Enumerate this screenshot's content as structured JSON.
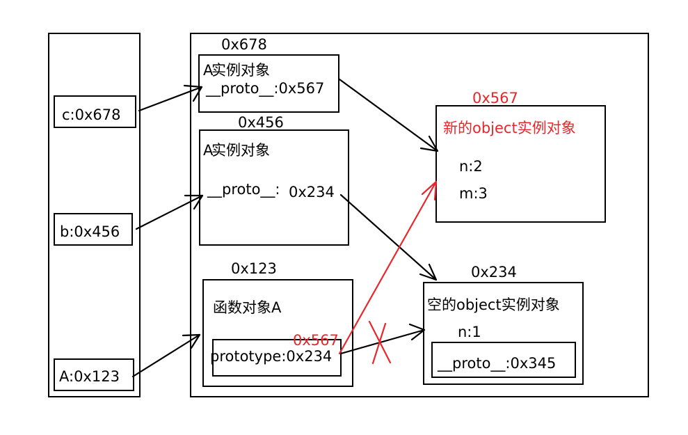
{
  "stack": {
    "c": "c:0x678",
    "b": "b:0x456",
    "a": "A:0x123"
  },
  "heap": {
    "obj678": {
      "addr": "0x678",
      "a_prefix": "A",
      "title": "实例对象",
      "proto": "__proto__:0x567"
    },
    "obj456": {
      "addr": "0x456",
      "a_prefix": "A",
      "title": "实例对象",
      "proto_label": "__proto__:",
      "proto_value": "0x234"
    },
    "func": {
      "addr": "0x123",
      "title": "函数对象A",
      "prototype": "prototype:0x234",
      "new_value": "0x567"
    },
    "new_obj": {
      "addr": "0x567",
      "title": "新的object实例对象",
      "n": "n:2",
      "m": "m:3"
    },
    "empty_obj": {
      "addr": "0x234",
      "title": "空的object实例对象",
      "n": "n:1",
      "proto": "__proto__:0x345"
    }
  },
  "colors": {
    "line": "#000000",
    "accent": "#e8262b"
  }
}
